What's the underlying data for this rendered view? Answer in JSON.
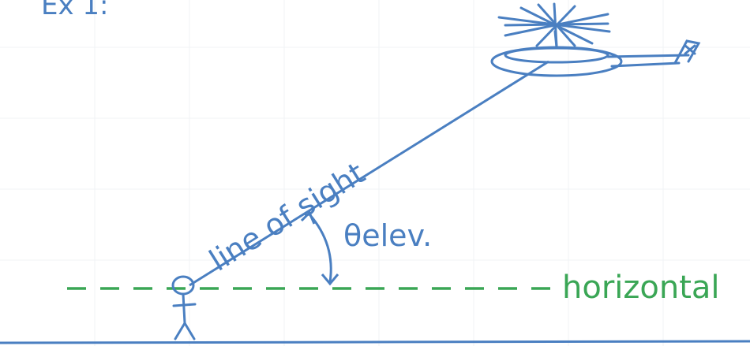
{
  "diagram": {
    "header_text": "Ex 1:",
    "labels": {
      "line_of_sight": "line of sight",
      "angle": "θelev.",
      "horizontal": "horizontal"
    },
    "colors": {
      "ink_blue": "#4a7fc1",
      "ink_green": "#3aa655",
      "paper_grid": "#f3f5f7"
    },
    "icons": {
      "helicopter": "helicopter-icon",
      "person": "stick-figure-icon"
    }
  }
}
